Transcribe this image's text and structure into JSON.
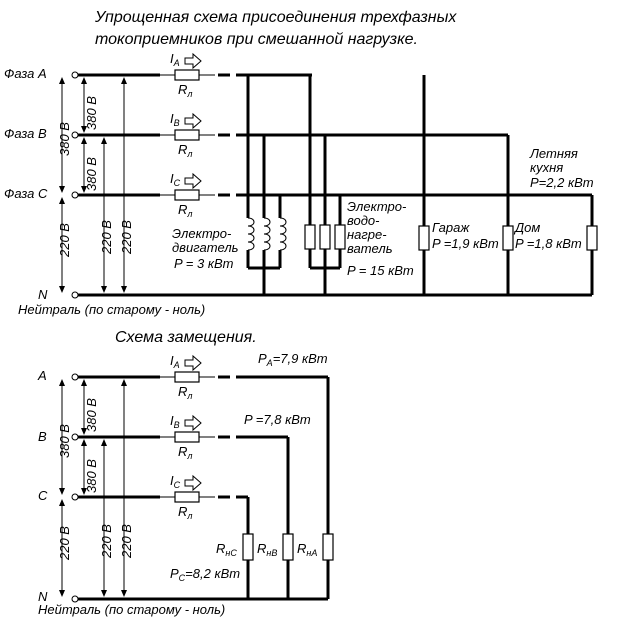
{
  "top": {
    "title_line1": "Упрощенная схема присоединения  трехфазных",
    "title_line2": "токоприемников при смешанной нагрузке.",
    "phase_a": "Фаза  А",
    "phase_b": "Фаза  В",
    "phase_c": "Фаза  С",
    "neutral_n": "N",
    "neutral_label": "Нейтраль (по старому - ноль)",
    "motor_1": "Электро-",
    "motor_2": "двигатель",
    "motor_3": "P = 3 кВт",
    "heater_1": "Электро-",
    "heater_2": "водо-",
    "heater_3": "нагре-",
    "heater_4": "ватель",
    "heater_5": "P = 15 кВт",
    "garage_1": "Гараж",
    "garage_2": "P =1,9 кВт",
    "house_1": "Дом",
    "house_2": "P =1,8 кВт",
    "kitchen_1": "Летняя",
    "kitchen_2": "кухня",
    "kitchen_3": "P=2,2 кВт"
  },
  "bottom": {
    "title": "Схема замещения.",
    "phase_a": "А",
    "phase_b": "В",
    "phase_c": "С",
    "neutral_n": "N",
    "neutral_label": "Нейтраль (по старому - ноль)",
    "p_a": "=7,9 кВт",
    "p_b": "P =7,8 кВт",
    "p_c": "=8,2 кВт",
    "r_nc_sub": "нС",
    "r_nb_sub": "нВ",
    "r_na_sub": "нА"
  },
  "common": {
    "current_i": "I",
    "sub_a": "A",
    "sub_b": "B",
    "sub_c": "C",
    "r_line": "R",
    "r_line_sub": "л",
    "r": "R",
    "p": "P",
    "v380": "380 В",
    "v220": "220 В"
  }
}
